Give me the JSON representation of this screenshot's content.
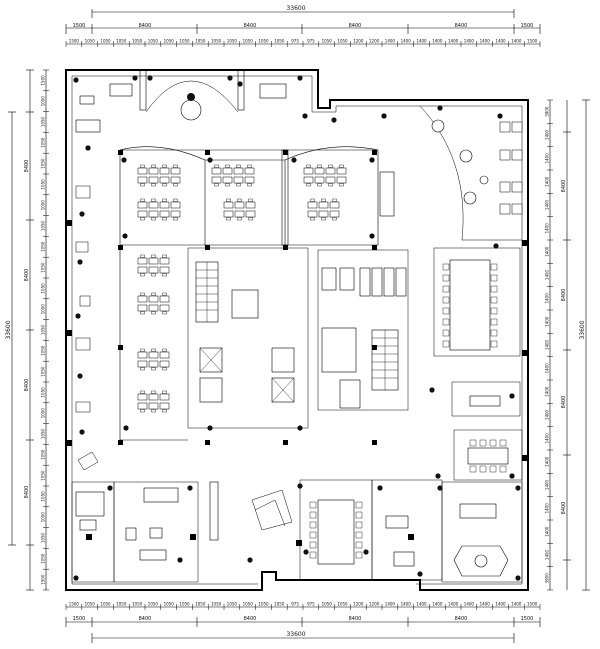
{
  "dimensions": {
    "total": "33600",
    "bays_top": [
      "8400",
      "8400",
      "8400",
      "8400"
    ],
    "bays_right": [
      "8400",
      "8400",
      "8400",
      "8400"
    ],
    "bays_left": [
      "8400",
      "8400",
      "8400",
      "8400"
    ],
    "total_side": "33600",
    "margin": "1500",
    "top_subticks": [
      "1500",
      "1050",
      "1050",
      "1050",
      "1050",
      "1050",
      "1050",
      "1050",
      "1050",
      "1050",
      "1050",
      "1050",
      "1050",
      "1050",
      "975",
      "975",
      "1050",
      "1050",
      "1200",
      "1200",
      "1400",
      "1400",
      "1400",
      "1400",
      "1400",
      "1400",
      "1400",
      "1400",
      "1400",
      "1500"
    ],
    "right_subticks": [
      "3900",
      "1400",
      "1400",
      "1400",
      "1400",
      "1400",
      "1400",
      "1400",
      "1400",
      "1400",
      "1400",
      "1400",
      "1400",
      "1400",
      "1400",
      "1400",
      "1400",
      "1400",
      "1400",
      "1400",
      "3900"
    ],
    "left_subticks": [
      "1500",
      "1050",
      "1050",
      "1050",
      "1050",
      "1050",
      "1050",
      "1050",
      "1050",
      "1050",
      "1050",
      "1050",
      "1050",
      "1050",
      "1050",
      "1050",
      "1050",
      "1050",
      "1050",
      "1050",
      "1050",
      "1050",
      "1050",
      "1050",
      "1500"
    ]
  },
  "colors": {
    "line": "#000000",
    "background": "#ffffff"
  }
}
